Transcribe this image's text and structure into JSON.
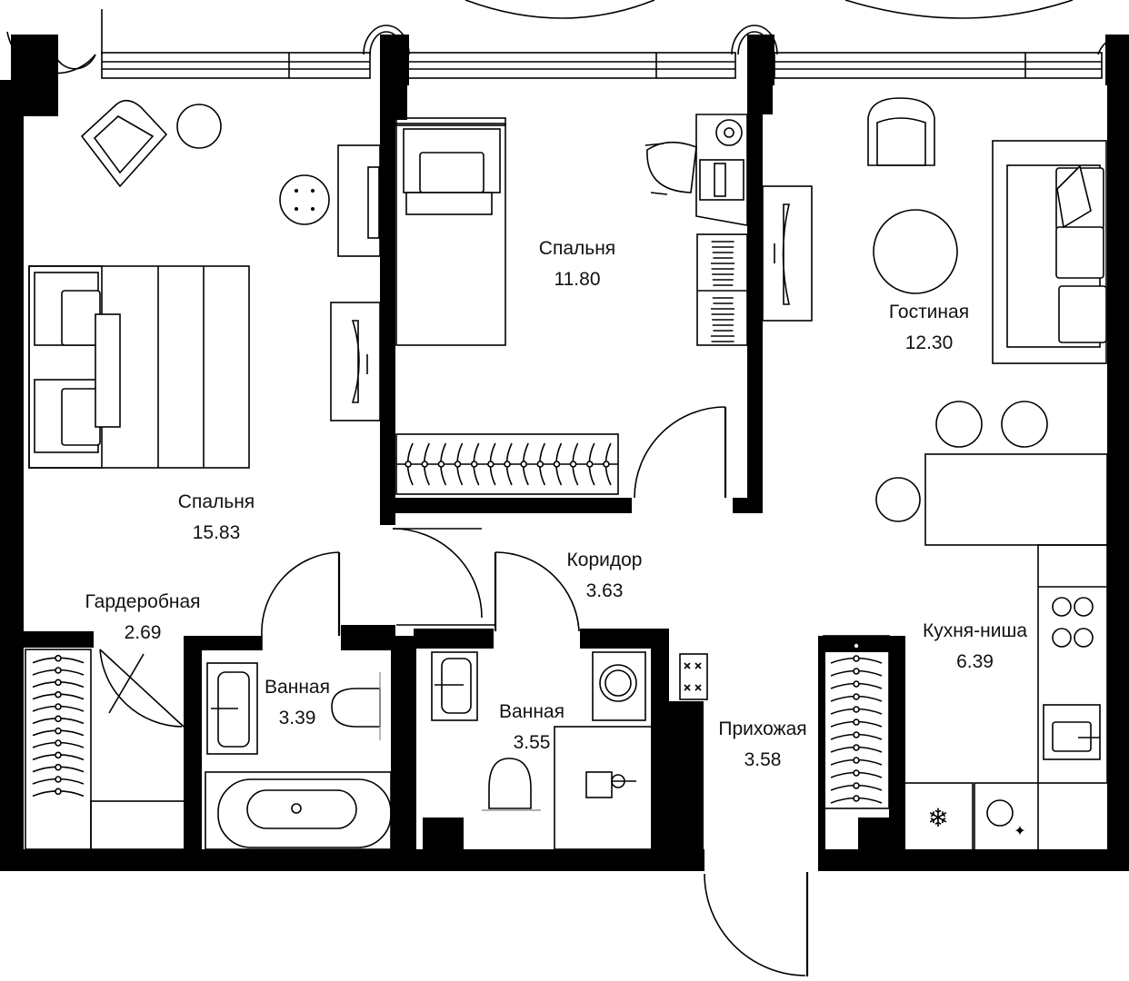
{
  "plan": {
    "rooms": [
      {
        "id": "bedroom-large",
        "name": "Спальня",
        "area": "15.83"
      },
      {
        "id": "bedroom-small",
        "name": "Спальня",
        "area": "11.80"
      },
      {
        "id": "living-room",
        "name": "Гостиная",
        "area": "12.30"
      },
      {
        "id": "corridor",
        "name": "Коридор",
        "area": "3.63"
      },
      {
        "id": "wardrobe",
        "name": "Гардеробная",
        "area": "2.69"
      },
      {
        "id": "bathroom-1",
        "name": "Ванная",
        "area": "3.39"
      },
      {
        "id": "bathroom-2",
        "name": "Ванная",
        "area": "3.55"
      },
      {
        "id": "hallway",
        "name": "Прихожая",
        "area": "3.58"
      },
      {
        "id": "kitchen-niche",
        "name": "Кухня-ниша",
        "area": "6.39"
      }
    ],
    "icons": {
      "fridge": "snowflake-icon",
      "dishwasher": "sparkle-icon"
    }
  }
}
